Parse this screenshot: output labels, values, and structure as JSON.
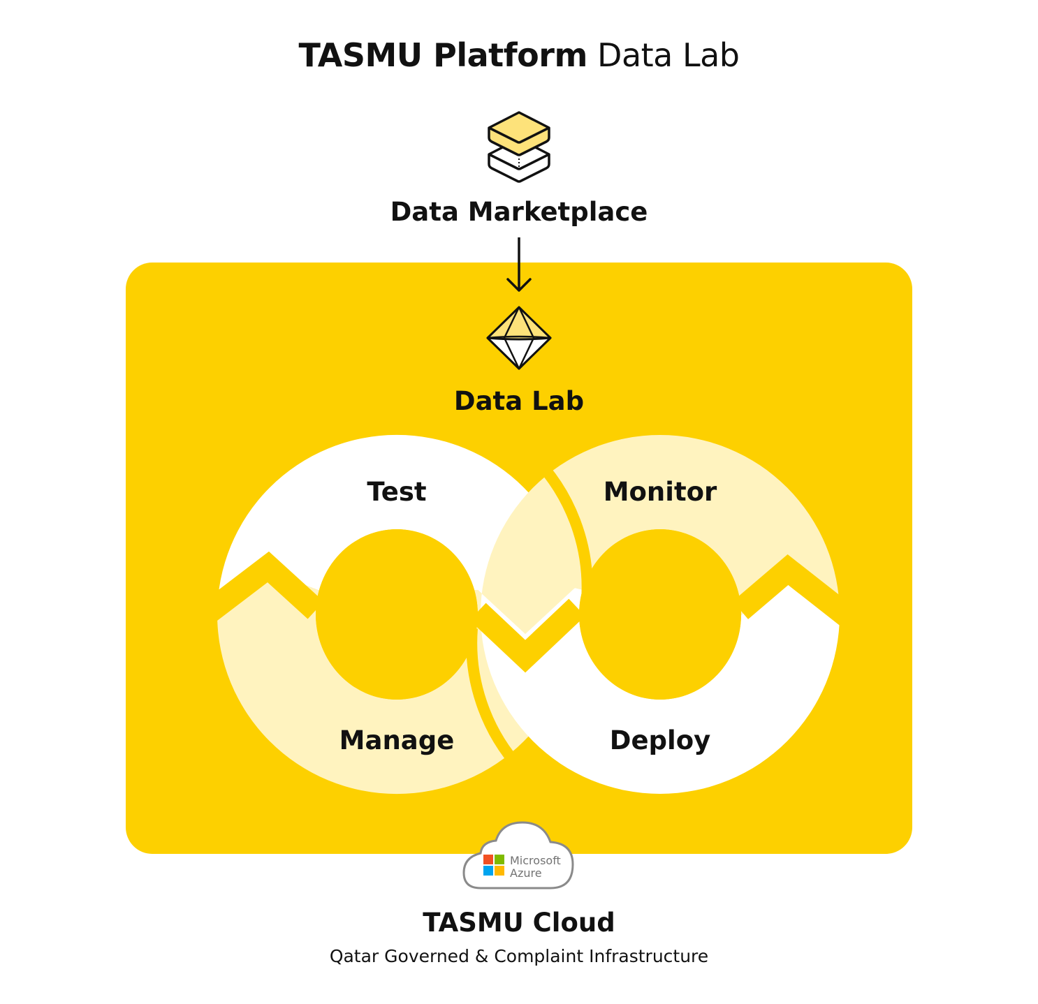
{
  "header": {
    "title_bold": "TASMU Platform",
    "title_light": "Data Lab"
  },
  "marketplace": {
    "label": "Data Marketplace",
    "icon": "stacked-layers-icon"
  },
  "lab": {
    "label": "Data Lab",
    "icon": "diamond-icon",
    "stages": {
      "test": "Test",
      "monitor": "Monitor",
      "manage": "Manage",
      "deploy": "Deploy"
    }
  },
  "cloud": {
    "logo_line1": "Microsoft",
    "logo_line2": "Azure",
    "title": "TASMU Cloud",
    "subtitle": "Qatar Governed & Complaint Infrastructure"
  },
  "colors": {
    "panel_yellow": "#FDD000",
    "light_yellow": "#FFF3BF",
    "white": "#FFFFFF",
    "ink": "#111111"
  }
}
